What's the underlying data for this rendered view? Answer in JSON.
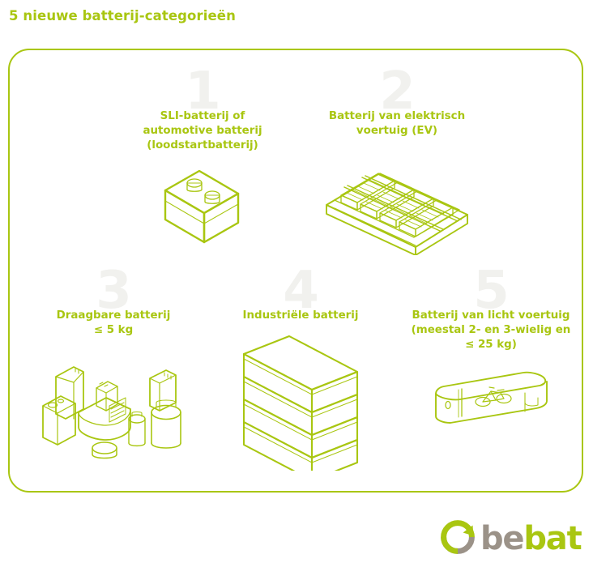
{
  "title": "5 nieuwe batterij-categorieën",
  "colors": {
    "accent_green": "#a9c611",
    "number_grey": "#f1f1ee",
    "logo_grey": "#9b9288",
    "background": "#ffffff"
  },
  "categories": [
    {
      "number": "1",
      "label": "SLI-batterij of\nautomotive batterij\n(loodstartbatterij)",
      "icon": "car-battery-icon"
    },
    {
      "number": "2",
      "label": "Batterij van elektrisch\nvoertuig (EV)",
      "icon": "ev-battery-pack-icon"
    },
    {
      "number": "3",
      "label": "Draagbare batterij\n≤ 5 kg",
      "icon": "portable-batteries-icon"
    },
    {
      "number": "4",
      "label": "Industriële batterij",
      "icon": "industrial-battery-stack-icon"
    },
    {
      "number": "5",
      "label": "Batterij van licht voertuig\n(meestal 2- en 3-wielig en\n≤ 25 kg)",
      "icon": "light-vehicle-battery-icon"
    }
  ],
  "logo": {
    "icon": "bebat-circular-arrow-icon",
    "word_part_grey": "be",
    "word_part_green": "bat"
  }
}
